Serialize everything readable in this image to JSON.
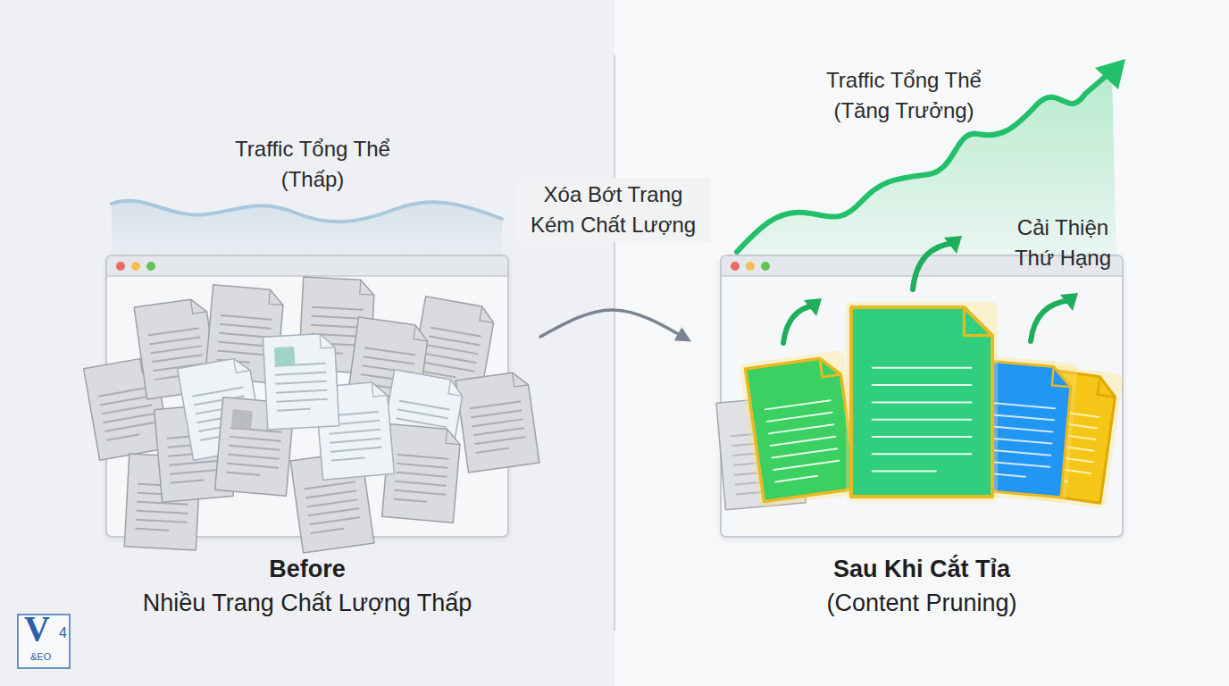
{
  "diagram": {
    "nodes": [
      {
        "text": [
          "Before",
          "Nhiều Trang Chất Lượng Thấp"
        ]
      },
      {
        "text": [
          "Sau Khi Cắt Tỉa",
          "(Content Pruning)"
        ]
      }
    ],
    "edges": [
      {
        "from": 0,
        "to": 1,
        "arrow": "to",
        "label": "Xóa Bớt Trang Kém Chất Lượng"
      }
    ],
    "labels": [
      "Traffic Tổng Thể (Thấp)",
      "Traffic Tổng Thể (Tăng Trưởng)",
      "Cải Thiện Thứ Hạng",
      "V",
      "4",
      "&EO"
    ]
  }
}
